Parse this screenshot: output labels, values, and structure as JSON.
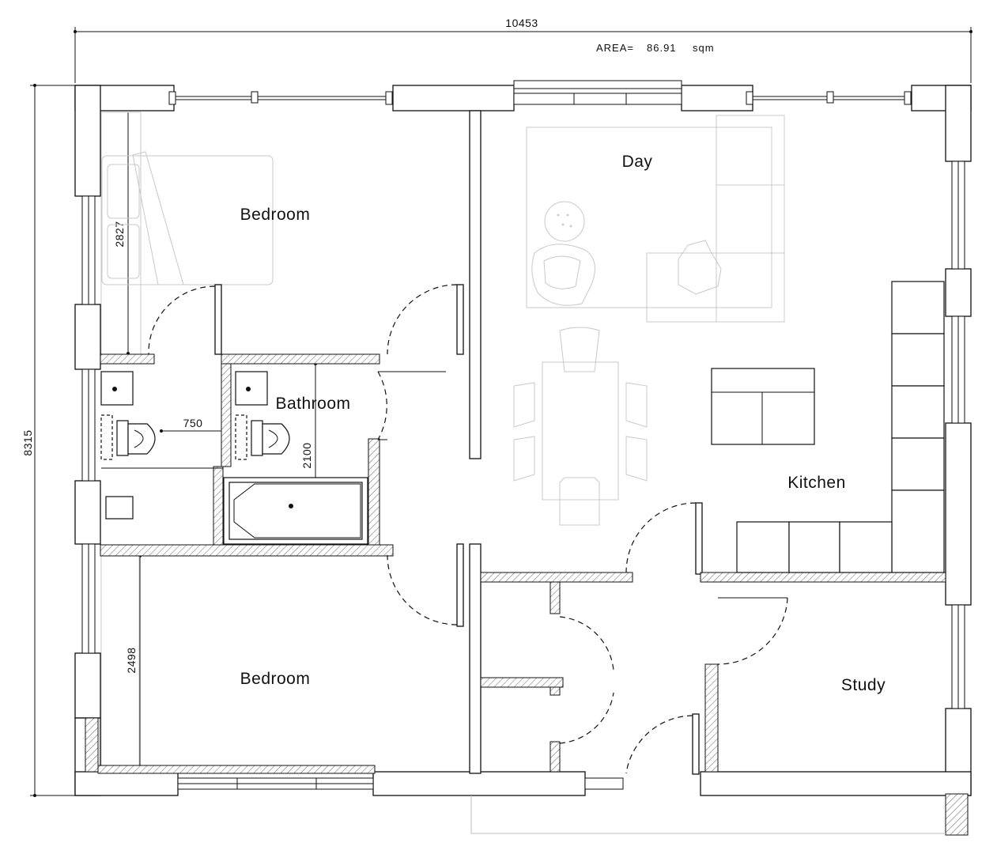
{
  "dimensions": {
    "overall_width": "10453",
    "overall_depth": "8315",
    "bedroom1_width": "2827",
    "bedroom2_width": "2498",
    "wc_spacing": "750",
    "bathroom_depth": "2100"
  },
  "area": {
    "label": "AREA=",
    "value": "86.91",
    "unit": "sqm"
  },
  "rooms": {
    "day": "Day",
    "bedroom_top": "Bedroom",
    "bathroom": "Bathroom",
    "kitchen": "Kitchen",
    "bedroom_bottom": "Bedroom",
    "study": "Study"
  }
}
